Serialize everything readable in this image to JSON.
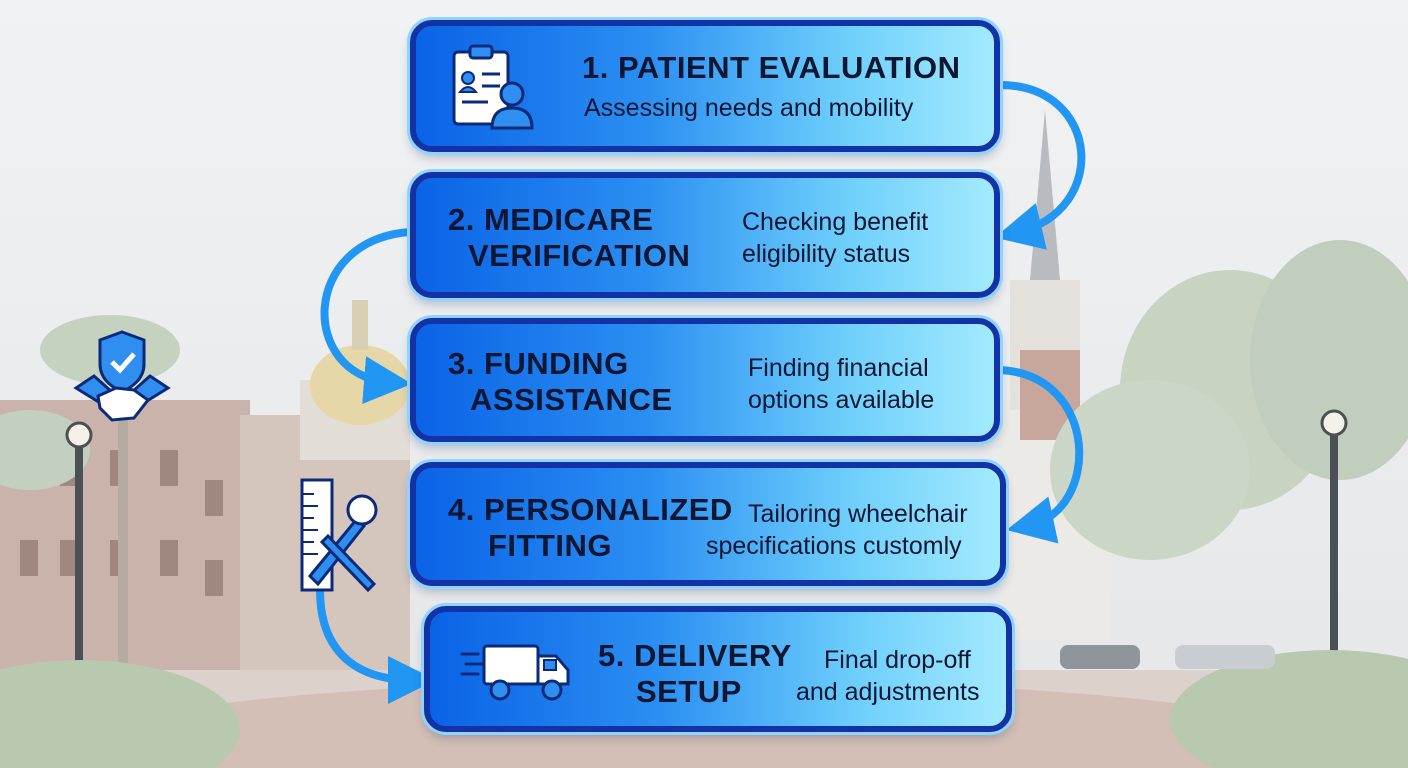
{
  "steps": [
    {
      "title": "1. PATIENT EVALUATION",
      "desc": "Assessing needs and mobility"
    },
    {
      "title_line1": "2. MEDICARE",
      "title_line2": "VERIFICATION",
      "desc_line1": "Checking benefit",
      "desc_line2": "eligibility status"
    },
    {
      "title_line1": "3. FUNDING",
      "title_line2": "ASSISTANCE",
      "desc_line1": "Finding financial",
      "desc_line2": "options available"
    },
    {
      "title_line1": "4. PERSONALIZED",
      "title_line2": "FITTING",
      "desc_line1": "Tailoring wheelchair",
      "desc_line2": "specifications customly"
    },
    {
      "title_line1": "5. DELIVERY",
      "title_line2": "SETUP",
      "desc_line1": "Final drop-off",
      "desc_line2": "and adjustments"
    }
  ],
  "icons": {
    "step1": "patient-clipboard-icon",
    "step5": "delivery-truck-icon",
    "side_left_top": "shield-handshake-icon",
    "side_left_mid": "ruler-wrench-icon"
  },
  "colors": {
    "card_border": "#1232a6",
    "card_gradient_start": "#0a63e6",
    "card_gradient_end": "#a3eafe",
    "arrow": "#2196f3",
    "text": "#0d1633"
  }
}
